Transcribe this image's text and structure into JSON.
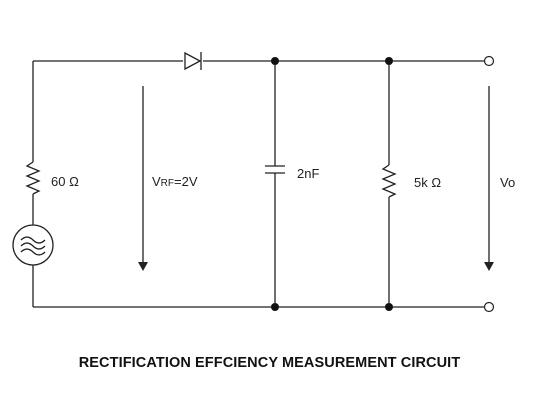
{
  "labels": {
    "source_resistor": "60 Ω",
    "vrf_main": "V",
    "vrf_sub": "RF",
    "vrf_value": "=2V",
    "capacitor": "2nF",
    "load_resistor": "5k Ω",
    "output": "Vo"
  },
  "caption": "RECTIFICATION EFFCIENCY MEASUREMENT CIRCUIT"
}
